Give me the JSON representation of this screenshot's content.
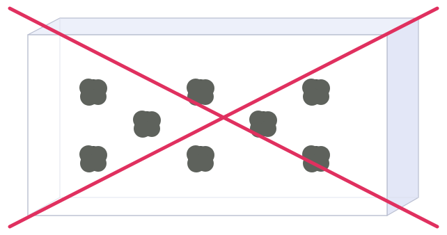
{
  "colors": {
    "background": "#ffffff",
    "box_top_face": "#edf0fa",
    "box_side_face": "#e3e7f7",
    "box_front_face": "#ffffff",
    "box_edge": "#b9bed0",
    "particle": "#5e625c",
    "particle_shadow": "#4a4e49",
    "cross_line": "#e0305f"
  },
  "particles": [
    {
      "row": 1,
      "col": 1
    },
    {
      "row": 1,
      "col": 3
    },
    {
      "row": 1,
      "col": 5
    },
    {
      "row": 2,
      "col": 2
    },
    {
      "row": 2,
      "col": 4
    },
    {
      "row": 3,
      "col": 1
    },
    {
      "row": 3,
      "col": 3
    },
    {
      "row": 3,
      "col": 5
    }
  ],
  "cross_mark": {
    "crossed_out": true
  }
}
